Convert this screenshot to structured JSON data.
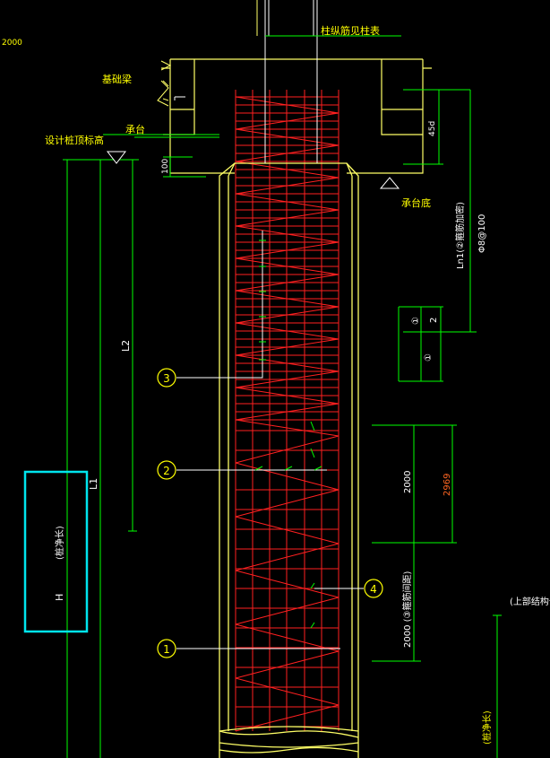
{
  "colors": {
    "background": "#000000",
    "concrete": "#ffff66",
    "rebar": "#ff2020",
    "dimension": "#00ff00",
    "text_yellow": "#ffff00",
    "text_white": "#ffffff",
    "text_orange": "#ff6622",
    "box_cyan": "#00e5ee"
  },
  "labels": {
    "corner_value": "2000",
    "column_rebar_note": "柱纵筋见柱表",
    "foundation_beam": "基础梁",
    "cap": "承台",
    "pile_top_elevation": "设计桩顶标高",
    "cap_bottom": "承台底",
    "ln_label": "Ln1(②箍筋加密)",
    "stirrup_spec": "Φ8@100",
    "dim_45d": "45d",
    "dim_100": "100",
    "dim_2000_top": "2000",
    "dim_2969": "2969",
    "dim_2000_bottom": "2000 (③箍筋间距)",
    "l2": "L2",
    "l1": "L1",
    "h": "H",
    "pile_length_note": "(桩净长)",
    "right_note": "(上部结构长)",
    "right_note_2": "(桩净长)",
    "frac_top": "①",
    "frac_bottom": "2",
    "frac_mid": "①"
  },
  "callouts": [
    "3",
    "2",
    "4",
    "1"
  ]
}
